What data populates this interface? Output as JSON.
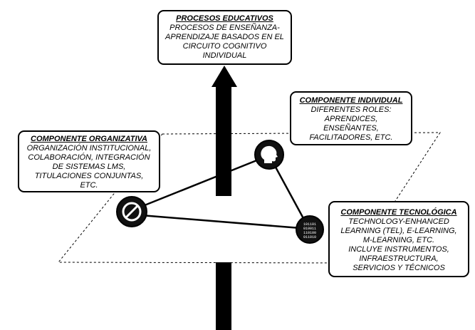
{
  "boxes": {
    "educativos": {
      "title": "PROCESOS EDUCATIVOS",
      "body": "PROCESOS DE ENSEÑANZA-\nAPRENDIZAJE BASADOS EN EL\nCIRCUITO COGNITIVO\nINDIVIDUAL"
    },
    "individual": {
      "title": "COMPONENTE INDIVIDUAL",
      "body": "DIFERENTES ROLES:\nAPRENDICES,\nENSEÑANTES,\nFACILITADORES, ETC."
    },
    "organizativa": {
      "title": "COMPONENTE ORGANIZATIVA",
      "body": "ORGANIZACIÓN INSTITUCIONAL,\nCOLABORACIÓN, INTEGRACIÓN\nDE SISTEMAS LMS,\nTITULACIONES CONJUNTAS,\nETC."
    },
    "tecnologica": {
      "title": "COMPONENTE TECNOLÓGICA",
      "body": "TECHNOLOGY-ENHANCED\nLEARNING (TEL), E-LEARNING,\nM-LEARNING, ETC.\nINCLUYE INSTRUMENTOS,\nINFRAESTRUCTURA,\nSERVICIOS Y TÉCNICOS"
    }
  },
  "icons": {
    "individual": "head-profile-icon",
    "organizativa": "prohibited-sign-icon",
    "tecnologica": "binary-data-icon"
  },
  "colors": {
    "ink": "#000000",
    "node_fill": "#111111",
    "background": "#ffffff"
  }
}
